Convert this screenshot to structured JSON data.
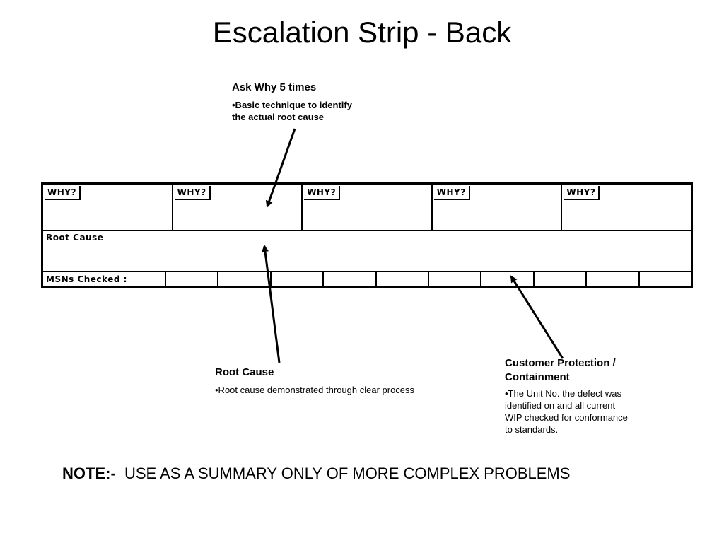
{
  "title": "Escalation Strip - Back",
  "callouts": {
    "ask_why": {
      "heading": "Ask Why 5 times",
      "body_line1": "•Basic technique to identify",
      "body_line2": "the actual root cause"
    },
    "root_cause": {
      "heading": "Root Cause",
      "body": "•Root cause demonstrated through clear process"
    },
    "containment": {
      "heading_line1": "Customer Protection /",
      "heading_line2": "Containment",
      "body_line1": "•The Unit No.  the defect was",
      "body_line2": "identified on and all current",
      "body_line3": "WIP checked for conformance",
      "body_line4": "to standards."
    }
  },
  "strip": {
    "why_labels": [
      "WHY?",
      "WHY?",
      "WHY?",
      "WHY?",
      "WHY?"
    ],
    "root_cause_label": "Root Cause",
    "msn_label": "MSNs Checked :"
  },
  "note": {
    "label": "NOTE:-",
    "text": "  USE AS A SUMMARY ONLY OF MORE COMPLEX PROBLEMS"
  }
}
